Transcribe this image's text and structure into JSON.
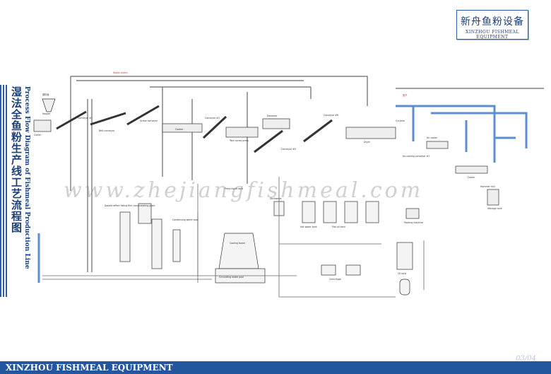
{
  "colors": {
    "brand": "#24569e",
    "pipe_blue": "#5b8fd1",
    "line": "#444444",
    "steam": "#c0392b"
  },
  "logo": {
    "cn": "新舟鱼粉设备",
    "en": "XINZHOU FISHMEAL EQUIPMENT",
    "icon": "company-logo"
  },
  "title": {
    "cn": "湿法全鱼粉生产线工艺流程图",
    "en": "Process Flow Diagram of Fishmeal Production Line"
  },
  "watermark": "www.zhejiangfishmeal.com",
  "footer": {
    "brand": "XINZHOU  FISHMEAL EQUIPMENT",
    "page": "03/04"
  },
  "labels": {
    "raw_fish": "原料鱼",
    "hopper": "Hopper",
    "conveyor1": "Conveyor #1",
    "cutter": "Cutter",
    "belt_conveyor": "Belt conveyor",
    "screw_conveyor": "Screw conveyor",
    "cooker": "Cooker",
    "conveyor3": "Conveyor #3",
    "twin_screw_press": "Twin screw press",
    "press_liquid_tank": "Press liquid tank",
    "decanter": "Decanter",
    "conveyor5": "Conveyor #5",
    "conveyor6": "Conveyor #6",
    "dryer": "Dryer",
    "cyclone": "Cyclone",
    "air_cooler": "Air cooler",
    "air_cooling_conveyor": "Air-cooling conveyor #1",
    "cooler": "Cooler",
    "hammer_mill": "Hammer mill",
    "storage_tank": "Storage tank",
    "packing_machine": "Packing machine",
    "evaporator": "Double effect falling film concentrating plant",
    "condenser": "Condensing water pool",
    "cooling_tower": "Cooling tower",
    "stickwater": "Stickwater",
    "hot_water_tank": "Hot water tank",
    "fish_oil_tank": "Fish oil tank",
    "centrifuge": "Centrifuge",
    "oil_tank": "Oil tank",
    "steam": "蒸汽",
    "waste_steam": "Waste steam",
    "circulating_pool": "Circulating water pool"
  }
}
